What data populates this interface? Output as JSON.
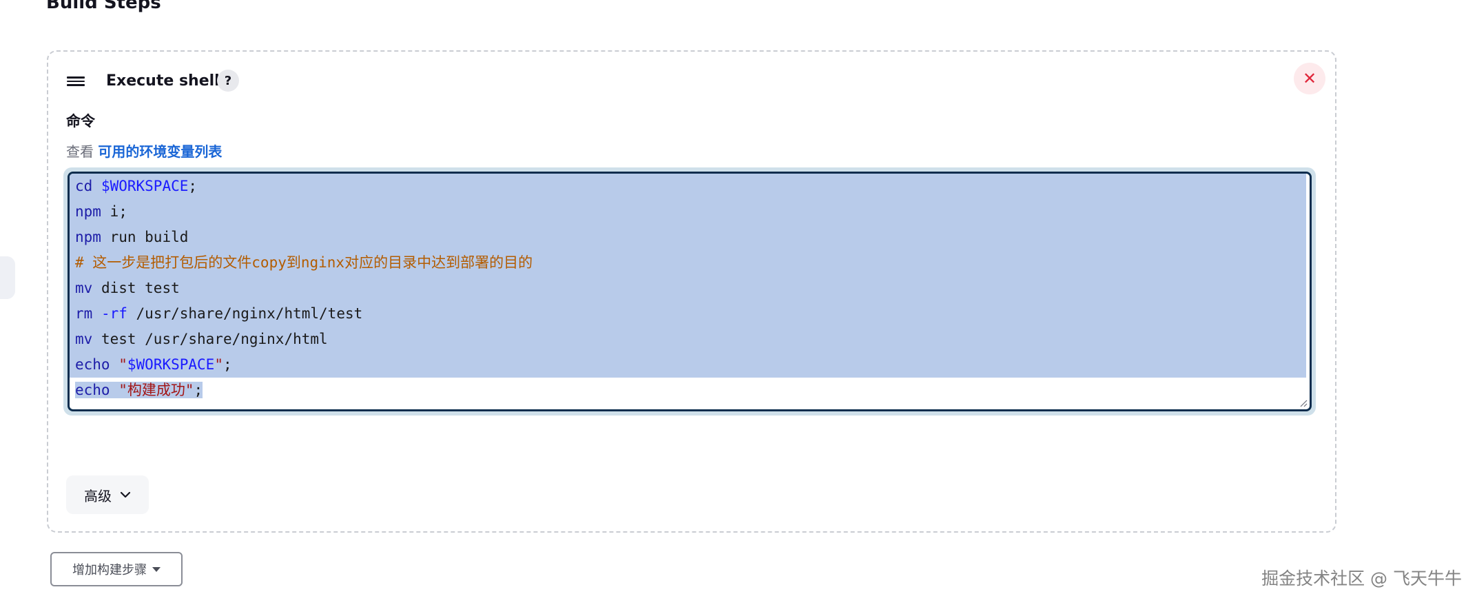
{
  "section": {
    "heading": "Build Steps"
  },
  "step": {
    "title": "Execute shell",
    "help_symbol": "?",
    "close_symbol": "✕",
    "field_label": "命令",
    "env_prefix": "查看 ",
    "env_link": "可用的环境变量列表"
  },
  "code": {
    "lines": [
      [
        [
          "kw",
          "cd"
        ],
        [
          "plain",
          " "
        ],
        [
          "var",
          "$WORKSPACE"
        ],
        [
          "plain",
          ";"
        ]
      ],
      [
        [
          "kw",
          "npm"
        ],
        [
          "plain",
          " i;"
        ]
      ],
      [
        [
          "kw",
          "npm"
        ],
        [
          "plain",
          " run build"
        ]
      ],
      [
        [
          "cmt",
          "# 这一步是把打包后的文件copy到nginx对应的目录中达到部署的目的"
        ]
      ],
      [
        [
          "kw",
          "mv"
        ],
        [
          "plain",
          " dist test"
        ]
      ],
      [
        [
          "kw",
          "rm"
        ],
        [
          "plain",
          " "
        ],
        [
          "var",
          "-rf"
        ],
        [
          "plain",
          " /usr/share/nginx/html/test"
        ]
      ],
      [
        [
          "kw",
          "mv"
        ],
        [
          "plain",
          " test /usr/share/nginx/html"
        ]
      ],
      [
        [
          "kw",
          "echo"
        ],
        [
          "plain",
          " "
        ],
        [
          "str",
          "\""
        ],
        [
          "var",
          "$WORKSPACE"
        ],
        [
          "str",
          "\""
        ],
        [
          "plain",
          ";"
        ]
      ],
      [
        [
          "kw",
          "echo"
        ],
        [
          "plain",
          " "
        ],
        [
          "str",
          "\"构建成功\""
        ],
        [
          "plain",
          ";"
        ]
      ]
    ]
  },
  "advanced": {
    "label": "高级"
  },
  "add_step": {
    "label": "增加构建步骤"
  },
  "watermark": {
    "text": "掘金技术社区 @ 飞天牛牛"
  },
  "colors": {
    "selection": "#b8cbea",
    "focus_ring": "#cfe0ea",
    "link": "#1a66d6",
    "close": "#e0263a"
  }
}
